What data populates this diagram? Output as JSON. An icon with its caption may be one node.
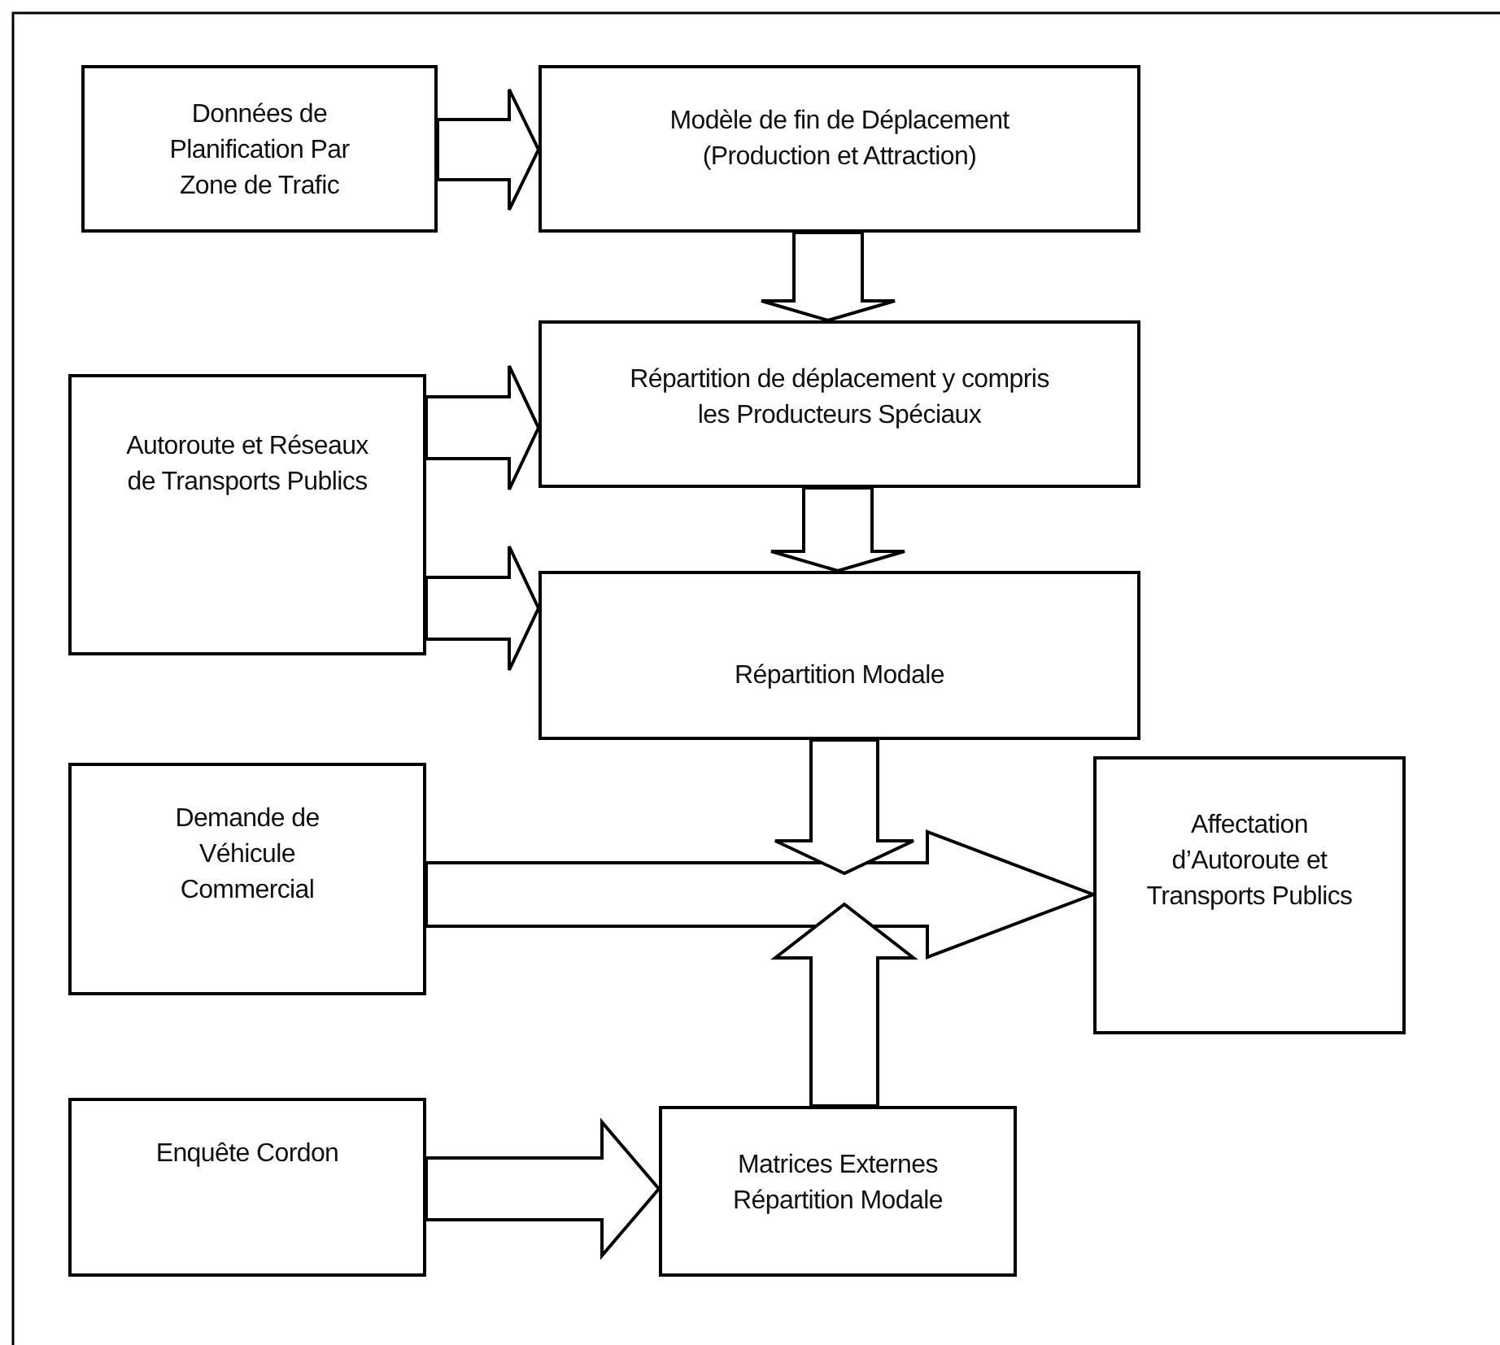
{
  "diagram": {
    "nodes": [
      {
        "text": [
          "Données de Planification Par Zone de Trafic"
        ]
      },
      {
        "text": [
          "Modèle de fin de Déplacement (Production et Attraction)"
        ]
      },
      {
        "text": [
          "Autoroute et Réseaux de Transports Publics"
        ]
      },
      {
        "text": [
          "Répartition de déplacement y compris les Producteurs Spéciaux"
        ]
      },
      {
        "text": [
          "Répartition Modale"
        ]
      },
      {
        "text": [
          "Demande de Véhicule Commercial"
        ]
      },
      {
        "text": [
          "Affectation d’Autoroute et Transports Publics"
        ]
      },
      {
        "text": [
          "Enquête Cordon"
        ]
      },
      {
        "text": [
          "Matrices Externes Répartition Modale"
        ]
      }
    ],
    "edges": [
      {
        "from": 0,
        "to": 1,
        "arrow": "to"
      },
      {
        "from": 1,
        "to": 3,
        "arrow": "to"
      },
      {
        "from": 2,
        "to": 3,
        "arrow": "to"
      },
      {
        "from": 2,
        "to": 4,
        "arrow": "to"
      },
      {
        "from": 3,
        "to": 4,
        "arrow": "to"
      },
      {
        "from": 5,
        "to": 6,
        "arrow": "to"
      },
      {
        "from": 4,
        "to": null,
        "arrow": "to"
      },
      {
        "from": 8,
        "to": null,
        "arrow": "to"
      },
      {
        "from": 7,
        "to": 8,
        "arrow": "to"
      }
    ]
  }
}
